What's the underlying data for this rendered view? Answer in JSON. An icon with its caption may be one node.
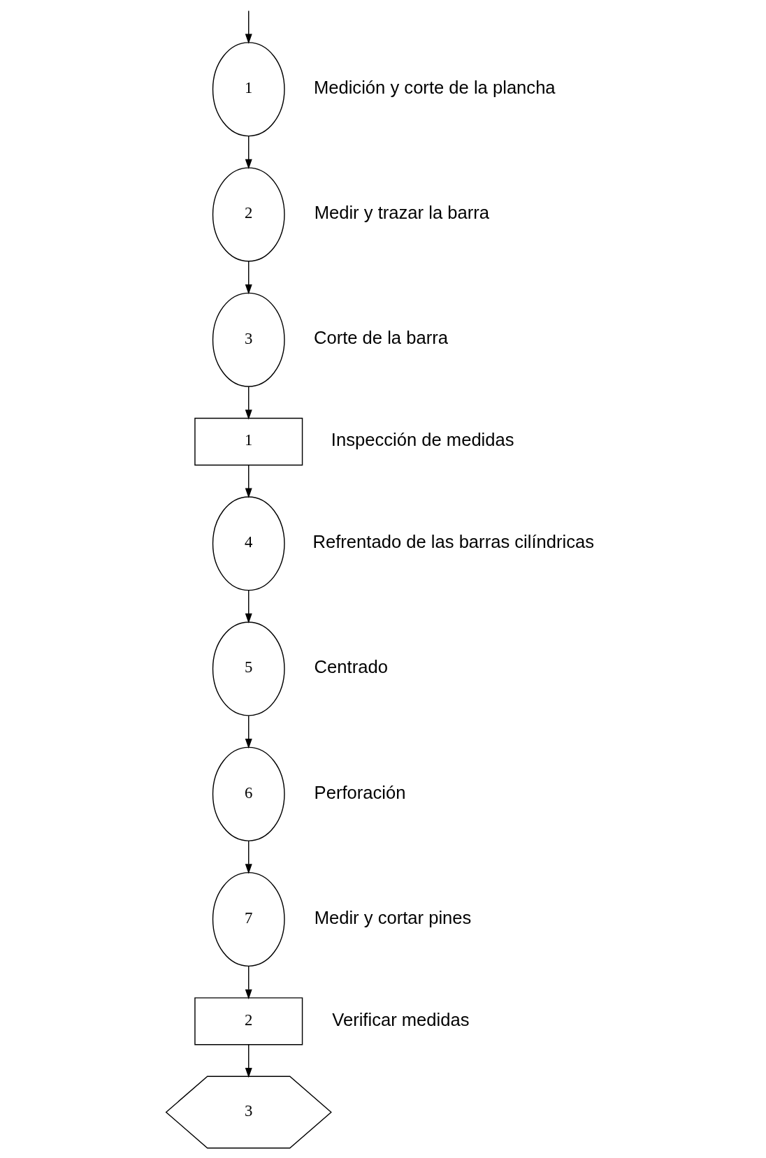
{
  "diagram": {
    "nodes": [
      {
        "text": [
          "1"
        ],
        "beside": [
          "Medición y corte de la plancha"
        ]
      },
      {
        "text": [
          "2"
        ],
        "beside": [
          "Medir y trazar la barra"
        ]
      },
      {
        "text": [
          "3"
        ],
        "beside": [
          "Corte de la barra"
        ]
      },
      {
        "text": [
          "1"
        ],
        "beside": [
          "Inspección de medidas"
        ]
      },
      {
        "text": [
          "4"
        ],
        "beside": [
          "Refrentado de las barras cilíndricas"
        ]
      },
      {
        "text": [
          "5"
        ],
        "beside": [
          "Centrado"
        ]
      },
      {
        "text": [
          "6"
        ],
        "beside": [
          "Perforación"
        ]
      },
      {
        "text": [
          "7"
        ],
        "beside": [
          "Medir y cortar pines"
        ]
      },
      {
        "text": [
          "2"
        ],
        "beside": [
          "Verificar medidas"
        ]
      },
      {
        "text": [
          "3"
        ]
      }
    ],
    "edges": [
      {
        "from": null,
        "to": 0,
        "arrow": "to"
      },
      {
        "from": 0,
        "to": 1,
        "arrow": "to"
      },
      {
        "from": 1,
        "to": 2,
        "arrow": "to"
      },
      {
        "from": 2,
        "to": 3,
        "arrow": "to"
      },
      {
        "from": 3,
        "to": 4,
        "arrow": "to"
      },
      {
        "from": 4,
        "to": 5,
        "arrow": "to"
      },
      {
        "from": 5,
        "to": 6,
        "arrow": "to"
      },
      {
        "from": 6,
        "to": 7,
        "arrow": "to"
      },
      {
        "from": 7,
        "to": 8,
        "arrow": "to"
      },
      {
        "from": 8,
        "to": 9,
        "arrow": "to"
      }
    ]
  }
}
